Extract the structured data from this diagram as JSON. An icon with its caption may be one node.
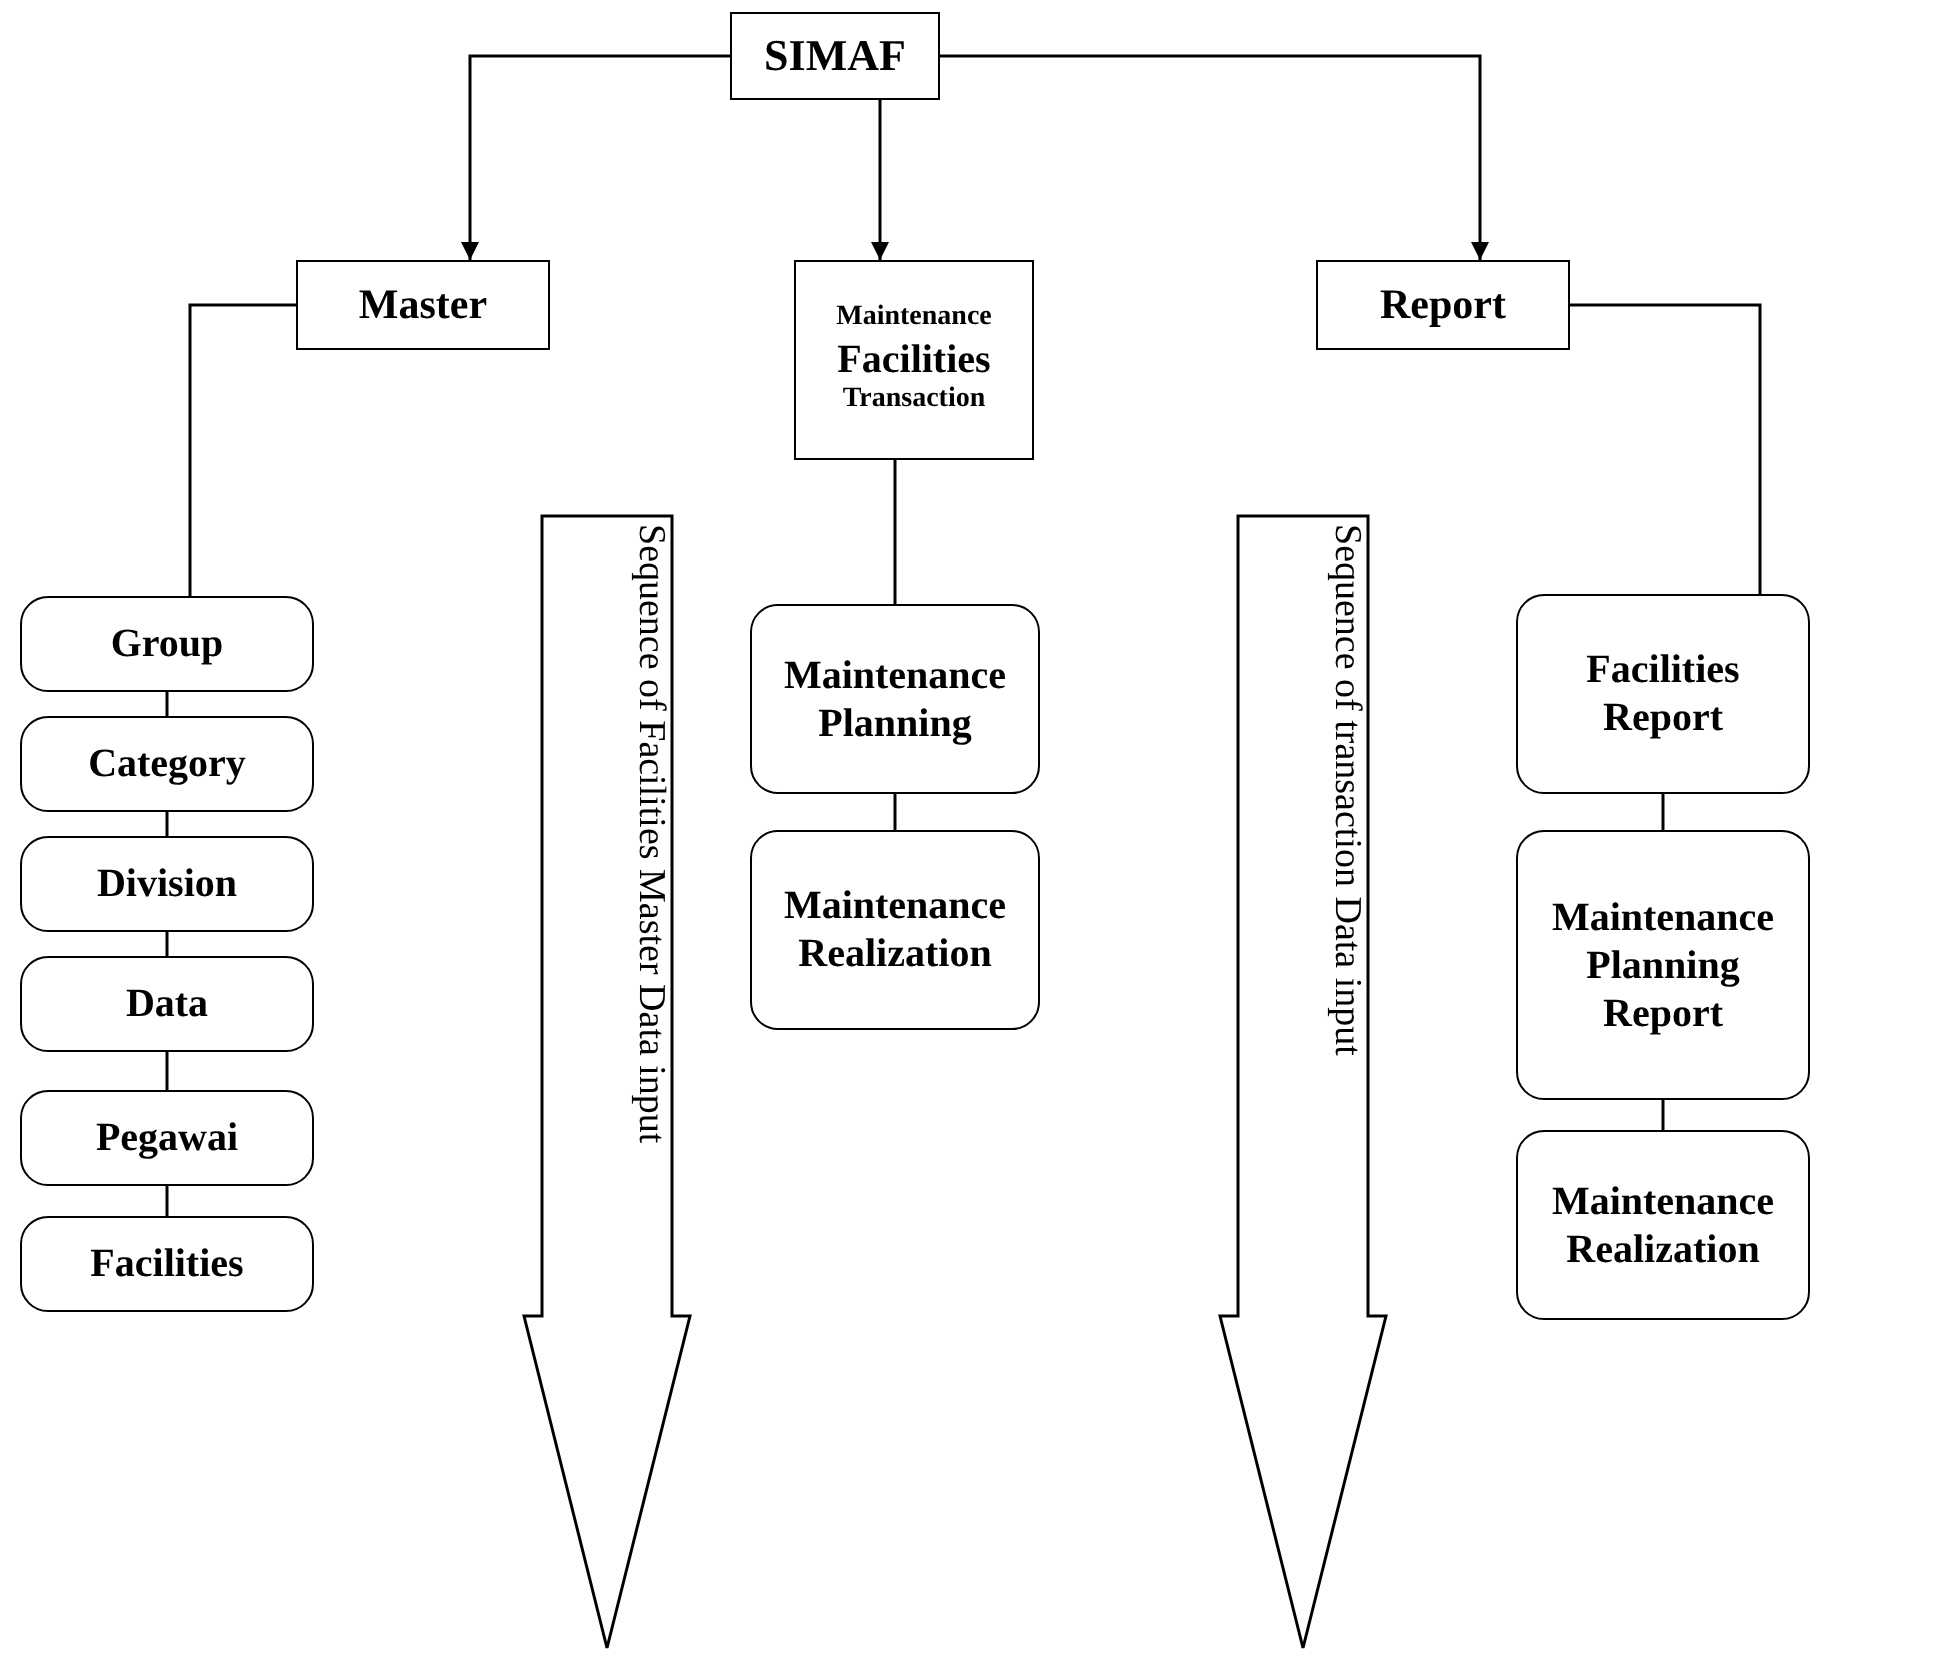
{
  "diagram": {
    "nodes": [
      {
        "text": [
          "SIMAF"
        ]
      },
      {
        "text": [
          "Master"
        ]
      },
      {
        "text": [
          "Maintenance",
          "Facilities",
          "Transaction"
        ]
      },
      {
        "text": [
          "Report"
        ]
      },
      {
        "text": [
          "Group"
        ]
      },
      {
        "text": [
          "Category"
        ]
      },
      {
        "text": [
          "Division"
        ]
      },
      {
        "text": [
          "Data"
        ]
      },
      {
        "text": [
          "Pegawai"
        ]
      },
      {
        "text": [
          "Facilities"
        ]
      },
      {
        "text": [
          "Maintenance Planning"
        ]
      },
      {
        "text": [
          "Maintenance Realization"
        ]
      },
      {
        "text": [
          "Facilities Report"
        ]
      },
      {
        "text": [
          "Maintenance Planning Report"
        ]
      },
      {
        "text": [
          "Maintenance Realization"
        ]
      },
      {
        "text": [
          "Sequence of Facilities Master Data input"
        ]
      },
      {
        "text": [
          "Sequence of transaction Data input"
        ]
      }
    ],
    "edges": [
      {
        "from": 0,
        "to": 1,
        "arrow": "to"
      },
      {
        "from": 0,
        "to": 2,
        "arrow": "to"
      },
      {
        "from": 0,
        "to": 3,
        "arrow": "to"
      },
      {
        "from": 1,
        "to": 4,
        "arrow": "none"
      },
      {
        "from": 4,
        "to": 5,
        "arrow": "none"
      },
      {
        "from": 5,
        "to": 6,
        "arrow": "none"
      },
      {
        "from": 6,
        "to": 7,
        "arrow": "none"
      },
      {
        "from": 7,
        "to": 8,
        "arrow": "none"
      },
      {
        "from": 8,
        "to": 9,
        "arrow": "none"
      },
      {
        "from": 2,
        "to": 10,
        "arrow": "none"
      },
      {
        "from": 10,
        "to": 11,
        "arrow": "none"
      },
      {
        "from": 3,
        "to": 12,
        "arrow": "none"
      },
      {
        "from": 12,
        "to": 13,
        "arrow": "none"
      },
      {
        "from": 13,
        "to": 14,
        "arrow": "none"
      }
    ]
  }
}
